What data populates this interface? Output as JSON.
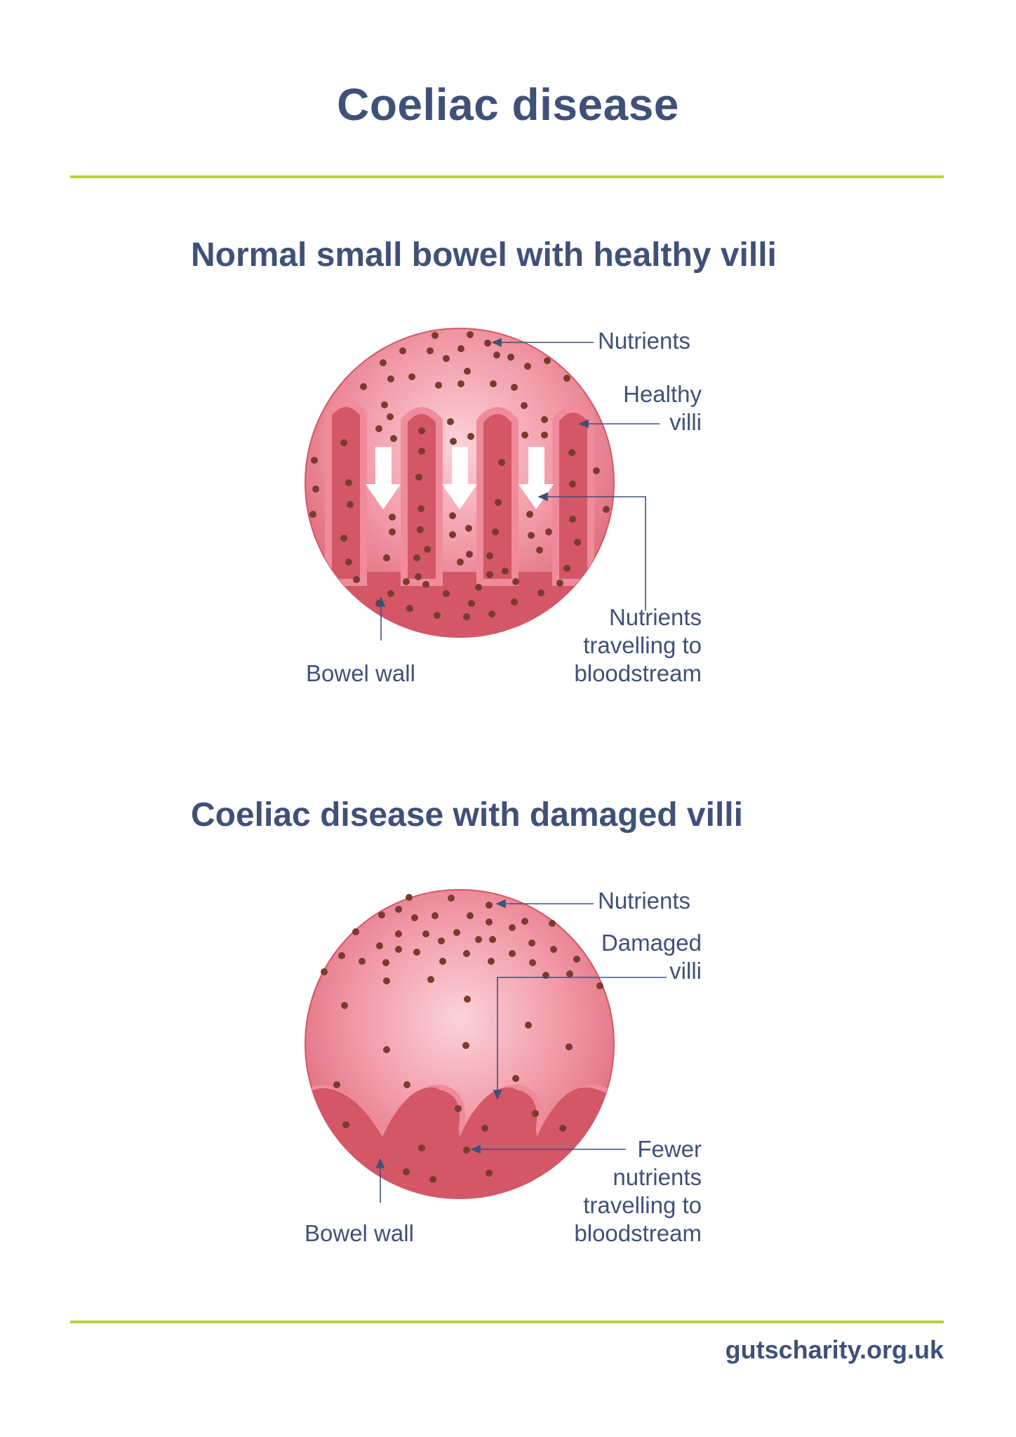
{
  "title": "Coeliac disease",
  "colors": {
    "text": "#3f5178",
    "accent_rule": "#b6d23f",
    "tissue_dark": "#d35766",
    "tissue_light": "#f7c6cd",
    "villi_edge": "#f08b9b",
    "nutrient": "#7a3b2e",
    "arrow": "#ffffff"
  },
  "sections": [
    {
      "heading": "Normal small bowel with healthy villi",
      "diagram": {
        "type": "healthy-villi",
        "labels": {
          "nutrients": "Nutrients",
          "villi_line1": "Healthy",
          "villi_line2": "villi",
          "transport_line1": "Nutrients",
          "transport_line2": "travelling to",
          "transport_line3": "bloodstream",
          "bowel_wall": "Bowel wall"
        },
        "arrows": 3
      }
    },
    {
      "heading": "Coeliac disease with damaged villi",
      "diagram": {
        "type": "damaged-villi",
        "labels": {
          "nutrients": "Nutrients",
          "villi_line1": "Damaged",
          "villi_line2": "villi",
          "transport_line1": "Fewer",
          "transport_line2": "nutrients",
          "transport_line3": "travelling to",
          "transport_line4": "bloodstream",
          "bowel_wall": "Bowel wall"
        }
      }
    }
  ],
  "footer": {
    "url": "gutscharity.org.uk"
  }
}
